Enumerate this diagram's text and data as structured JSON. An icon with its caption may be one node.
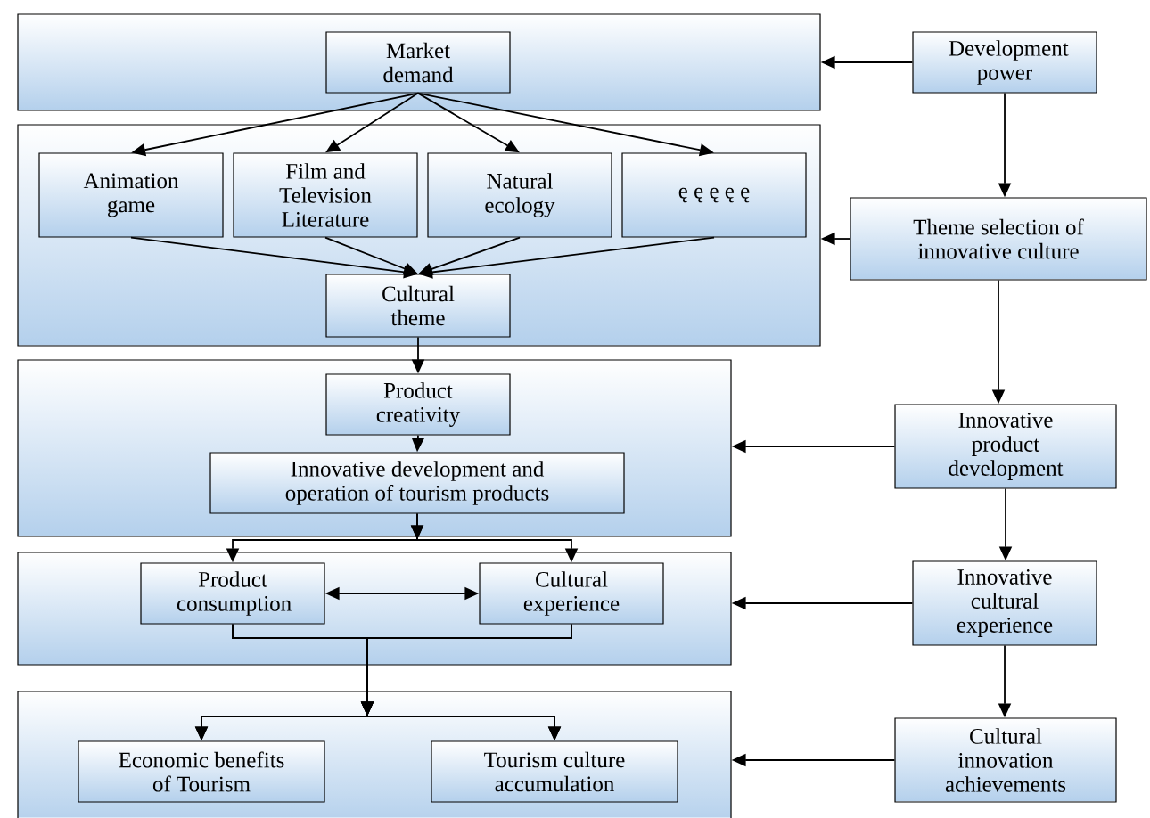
{
  "diagram": {
    "nodes": [
      {
        "text": [],
        "shape": "box"
      },
      {
        "text": [
          "Market demand"
        ],
        "in": 0
      },
      {
        "text": [],
        "shape": "box"
      },
      {
        "text": [
          "Animation game"
        ],
        "in": 2
      },
      {
        "text": [
          "Film and Television Literature"
        ],
        "in": 2
      },
      {
        "text": [
          "Natural ecology"
        ],
        "in": 2
      },
      {
        "text": [
          "ę ę ę ę ę"
        ],
        "in": 2
      },
      {
        "text": [
          "Cultural theme"
        ],
        "in": 2
      },
      {
        "text": [],
        "shape": "box"
      },
      {
        "text": [
          "Product creativity"
        ],
        "in": 8
      },
      {
        "text": [
          "Innovative development and operation of tourism products"
        ],
        "in": 8
      },
      {
        "text": [],
        "shape": "box"
      },
      {
        "text": [
          "Product consumption"
        ],
        "in": 11
      },
      {
        "text": [
          "Cultural experience"
        ],
        "in": 11
      },
      {
        "text": [],
        "shape": "box"
      },
      {
        "text": [
          "Economic benefits of Tourism"
        ],
        "in": 14
      },
      {
        "text": [
          "Tourism culture accumulation"
        ],
        "in": 14
      },
      {
        "text": [
          "Development power"
        ]
      },
      {
        "text": [
          "Theme selection of innovative culture"
        ]
      },
      {
        "text": [
          "Innovative product development"
        ]
      },
      {
        "text": [
          "Innovative cultural experience"
        ]
      },
      {
        "text": [
          "Cultural innovation achievements"
        ]
      }
    ],
    "edges": [
      {
        "from": 17,
        "to": 0,
        "arrow": "to"
      },
      {
        "from": 17,
        "to": 18,
        "arrow": "to"
      },
      {
        "from": 18,
        "to": 2,
        "arrow": "to"
      },
      {
        "from": 18,
        "to": 19,
        "arrow": "to"
      },
      {
        "from": 19,
        "to": 8,
        "arrow": "to"
      },
      {
        "from": 19,
        "to": 20,
        "arrow": "to"
      },
      {
        "from": 20,
        "to": 11,
        "arrow": "to"
      },
      {
        "from": 20,
        "to": 21,
        "arrow": "to"
      },
      {
        "from": 21,
        "to": 14,
        "arrow": "to"
      },
      {
        "from": 1,
        "to": 3,
        "arrow": "to"
      },
      {
        "from": 1,
        "to": 4,
        "arrow": "to"
      },
      {
        "from": 1,
        "to": 5,
        "arrow": "to"
      },
      {
        "from": 1,
        "to": 6,
        "arrow": "to"
      },
      {
        "from": 3,
        "to": 7,
        "arrow": "to"
      },
      {
        "from": 4,
        "to": 7,
        "arrow": "to"
      },
      {
        "from": 5,
        "to": 7,
        "arrow": "to"
      },
      {
        "from": 6,
        "to": 7,
        "arrow": "to"
      },
      {
        "from": 7,
        "to": 9,
        "arrow": "to"
      },
      {
        "from": 9,
        "to": 10,
        "arrow": "to"
      },
      {
        "from": 10,
        "to": 12,
        "arrow": "to"
      },
      {
        "from": 10,
        "to": 13,
        "arrow": "to"
      },
      {
        "from": 12,
        "to": 13,
        "arrow": "both"
      },
      {
        "from": 12,
        "to": 15,
        "arrow": "to"
      },
      {
        "from": 12,
        "to": 16,
        "arrow": "to"
      },
      {
        "from": 13,
        "to": 15,
        "arrow": "to"
      },
      {
        "from": 13,
        "to": 16,
        "arrow": "to"
      }
    ]
  }
}
